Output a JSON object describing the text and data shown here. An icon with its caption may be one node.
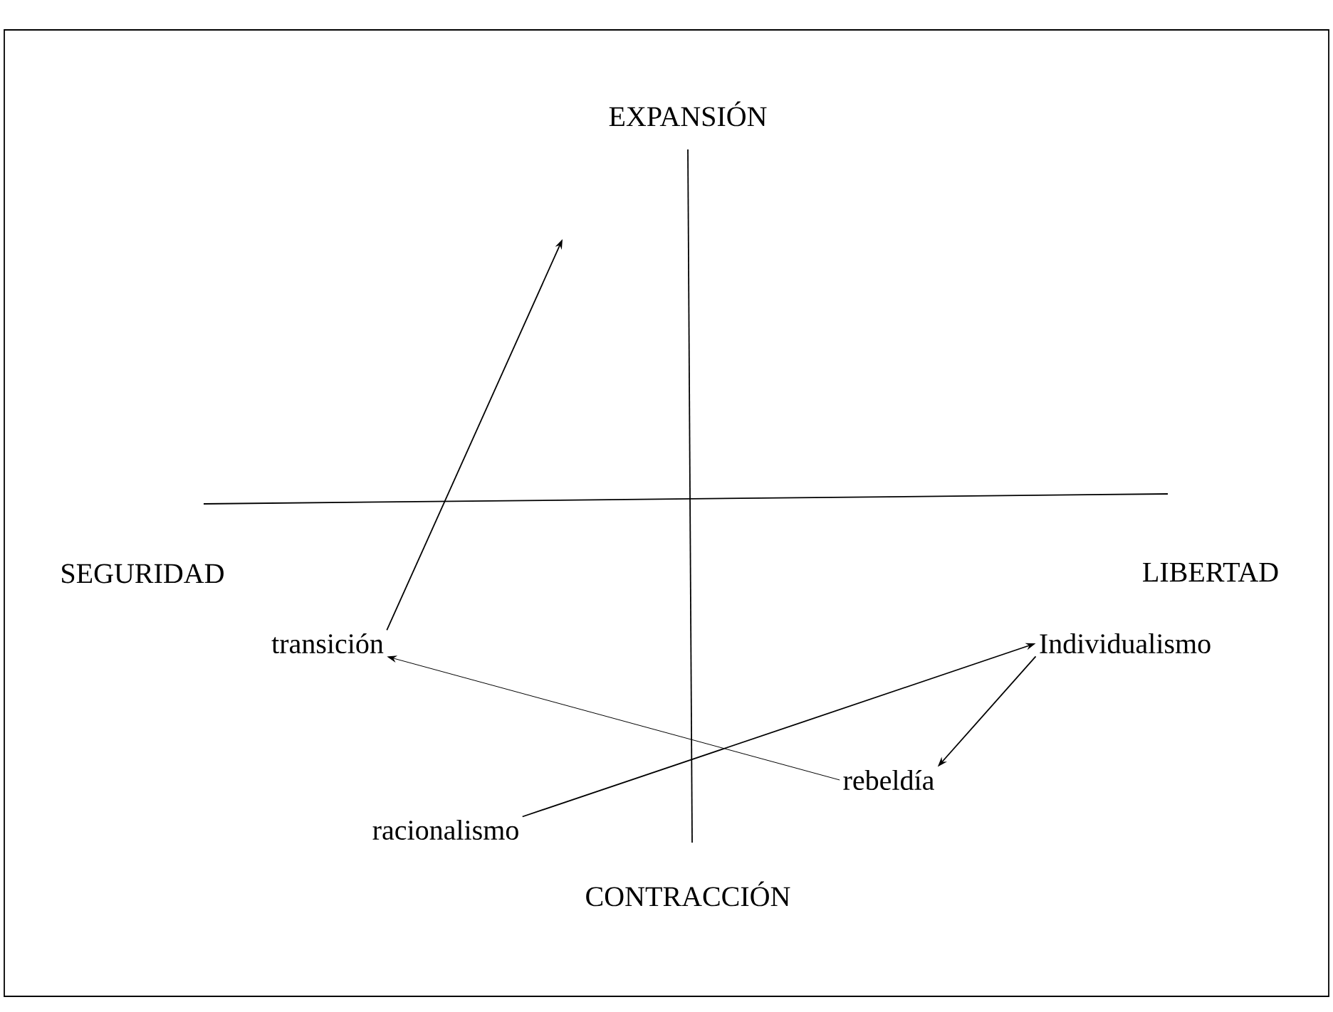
{
  "diagram": {
    "nodes": [
      {
        "text": [
          "transición"
        ]
      },
      {
        "text": [
          "Individualismo"
        ]
      },
      {
        "text": [
          "racionalismo"
        ]
      },
      {
        "text": [
          "rebeldía"
        ]
      }
    ],
    "edges": [
      {
        "from": 0,
        "to": null,
        "arrow": "to"
      },
      {
        "from": 2,
        "to": 1,
        "arrow": "to"
      },
      {
        "from": 1,
        "to": 3,
        "arrow": "to"
      },
      {
        "from": 3,
        "to": 0,
        "arrow": "to"
      }
    ],
    "labels": [
      "EXPANSIÓN",
      "SEGURIDAD",
      "LIBERTAD",
      "CONTRACCIÓN"
    ]
  }
}
